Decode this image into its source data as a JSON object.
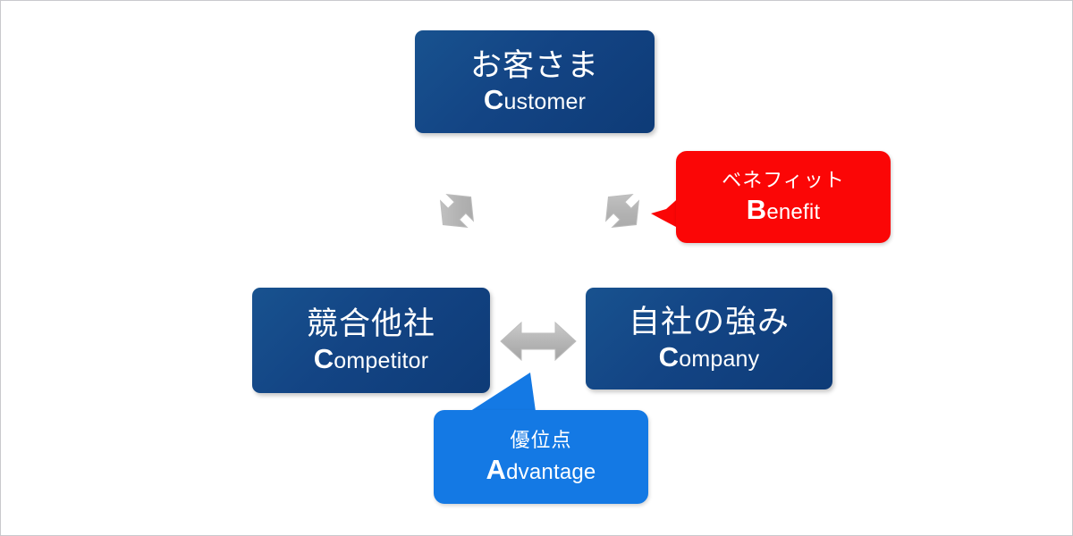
{
  "diagram": {
    "title_hidden": "3C analysis diagram",
    "colors": {
      "box_navy": "#14488f",
      "callout_red": "#fb0606",
      "callout_blue": "#1479e4",
      "arrow_gray": "#b3b3b3",
      "canvas_background": "#ffffff",
      "canvas_border": "#c9c9cd"
    },
    "boxes": [
      {
        "id": "customer",
        "jp": "お客さま",
        "en_cap": "C",
        "en_rest": "ustomer"
      },
      {
        "id": "competitor",
        "jp": "競合他社",
        "en_cap": "C",
        "en_rest": "ompetitor"
      },
      {
        "id": "company",
        "jp": "自社の強み",
        "en_cap": "C",
        "en_rest": "ompany"
      }
    ],
    "callouts": [
      {
        "id": "benefit",
        "jp": "ベネフィット",
        "en_cap": "B",
        "en_rest": "enefit",
        "color": "#fb0606"
      },
      {
        "id": "advantage",
        "jp": "優位点",
        "en_cap": "A",
        "en_rest": "dvantage",
        "color": "#1479e4"
      }
    ],
    "arrows": [
      {
        "id": "customer-competitor",
        "style": "double-headed-diagonal"
      },
      {
        "id": "customer-company",
        "style": "double-headed-diagonal"
      },
      {
        "id": "competitor-company",
        "style": "double-headed-horizontal"
      }
    ]
  }
}
